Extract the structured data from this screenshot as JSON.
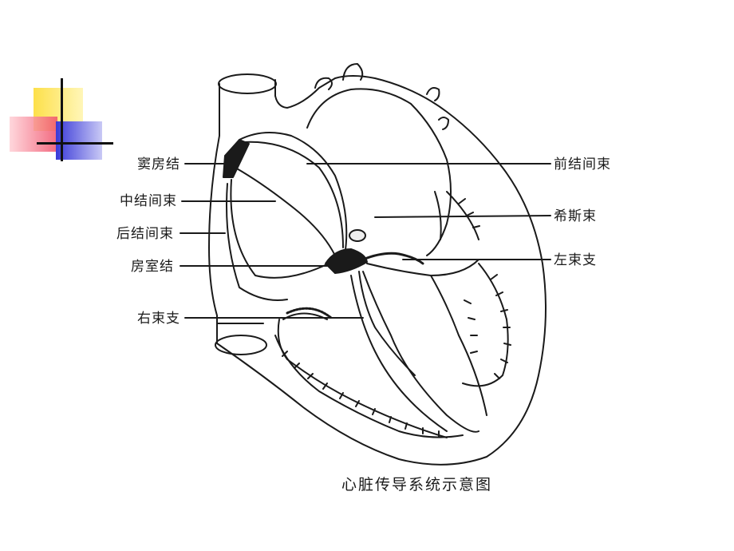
{
  "labels": {
    "sinoatrial_node": "窦房结",
    "middle_internodal_tract": "中结间束",
    "posterior_internodal_tract": "后结间束",
    "av_node": "房室结",
    "right_bundle_branch": "右束支",
    "anterior_internodal_tract": "前结间束",
    "bundle_of_his": "希斯束",
    "left_bundle_branch": "左束支"
  },
  "caption": "心脏传导系统示意图",
  "colors": {
    "deco_yellow": "#fde04a",
    "deco_red": "#f0506a",
    "deco_blue": "#3a3ad8",
    "ink": "#1a1a1a"
  }
}
